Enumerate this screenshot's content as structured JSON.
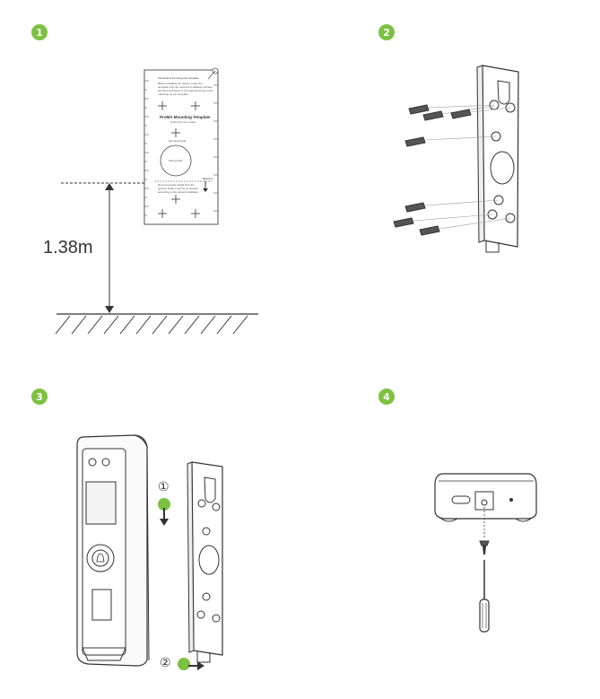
{
  "steps": [
    {
      "number": "1"
    },
    {
      "number": "2"
    },
    {
      "number": "3"
    },
    {
      "number": "4"
    }
  ],
  "step1": {
    "height_label": "1.38m",
    "template": {
      "heading": "Instructions for using this template",
      "body": "Before installing the device, paste the template onto the required installation surface and then drill holes in the wall according to the markings on the template.",
      "title": "ProMA Mounting Template",
      "subtitle": "(Fully fit to mm scale)",
      "hole_label": "Mounting Hole",
      "big_hole_label": "Wiring Hole",
      "baseline_label": "Baseline",
      "baseline_note": "Recommended Install from the ground. Holds must be on leveled according to the actual installation."
    }
  },
  "step3": {
    "arrow_1_label": "①",
    "arrow_2_label": "②"
  },
  "colors": {
    "accent": "#7dc142",
    "line": "#333333"
  }
}
